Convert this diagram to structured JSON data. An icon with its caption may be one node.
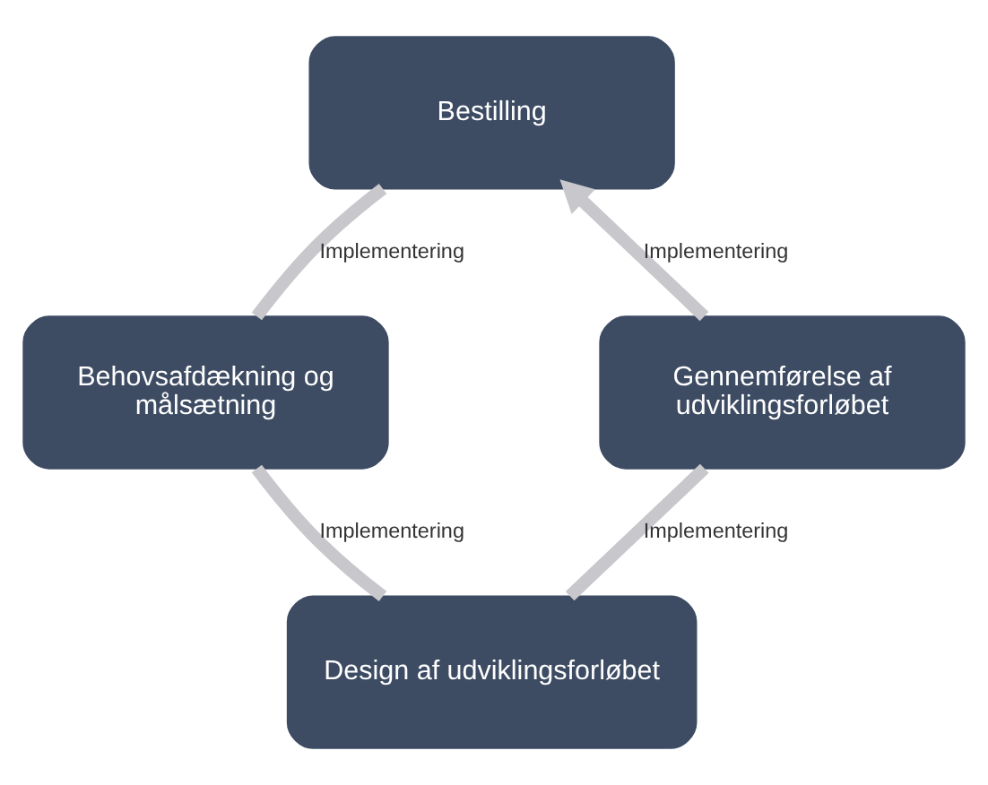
{
  "diagram": {
    "nodes": [
      {
        "text": [
          "Bestilling"
        ]
      },
      {
        "text": [
          "Gennemførelse af udviklingsforløbet"
        ]
      },
      {
        "text": [
          "Behovsafdækning og målsætning"
        ]
      },
      {
        "text": [
          "Design af udviklingsforløbet"
        ]
      }
    ],
    "edges": [
      {
        "from": 0,
        "to": 2,
        "arrow": "none",
        "label": "Implementering"
      },
      {
        "from": 2,
        "to": 3,
        "arrow": "none",
        "label": "Implementering"
      },
      {
        "from": 3,
        "to": 1,
        "arrow": "none",
        "label": "Implementering"
      },
      {
        "from": 1,
        "to": 0,
        "arrow": "to",
        "label": "Implementering"
      }
    ]
  }
}
